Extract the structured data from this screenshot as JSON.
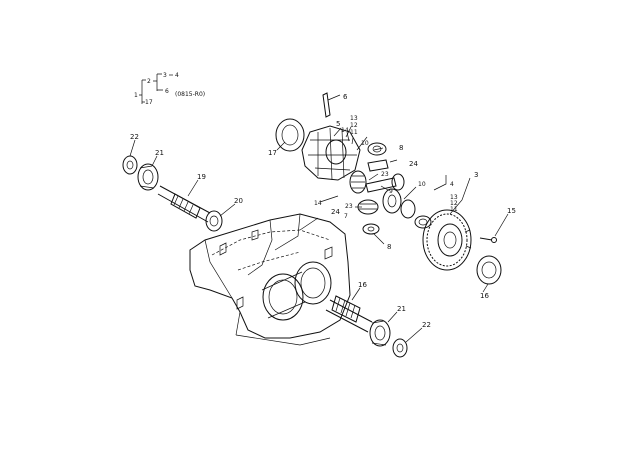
{
  "legend": {
    "n1": "1",
    "n2": "2",
    "n3": "3",
    "n4": "4",
    "n6": "6",
    "n17": "17",
    "code": "(0815-R0)"
  },
  "callouts": {
    "p3": "3",
    "p5": "5",
    "p6": "6",
    "p7": "7",
    "p8a": "8",
    "p8b": "8",
    "p9": "9",
    "p10": "10",
    "p10b": "10",
    "p11a": "11",
    "p11b": "11",
    "p12a": "12",
    "p12b": "12",
    "p13a": "13",
    "p13b": "13",
    "p14": "14",
    "p14b": "14",
    "p15": "15",
    "p16a": "16",
    "p16b": "16",
    "p17": "17",
    "p19": "19",
    "p20": "20",
    "p21a": "21",
    "p21b": "21",
    "p22a": "22",
    "p22b": "22",
    "p23a": "23",
    "p23b": "23",
    "p24a": "24",
    "p24b": "24"
  }
}
